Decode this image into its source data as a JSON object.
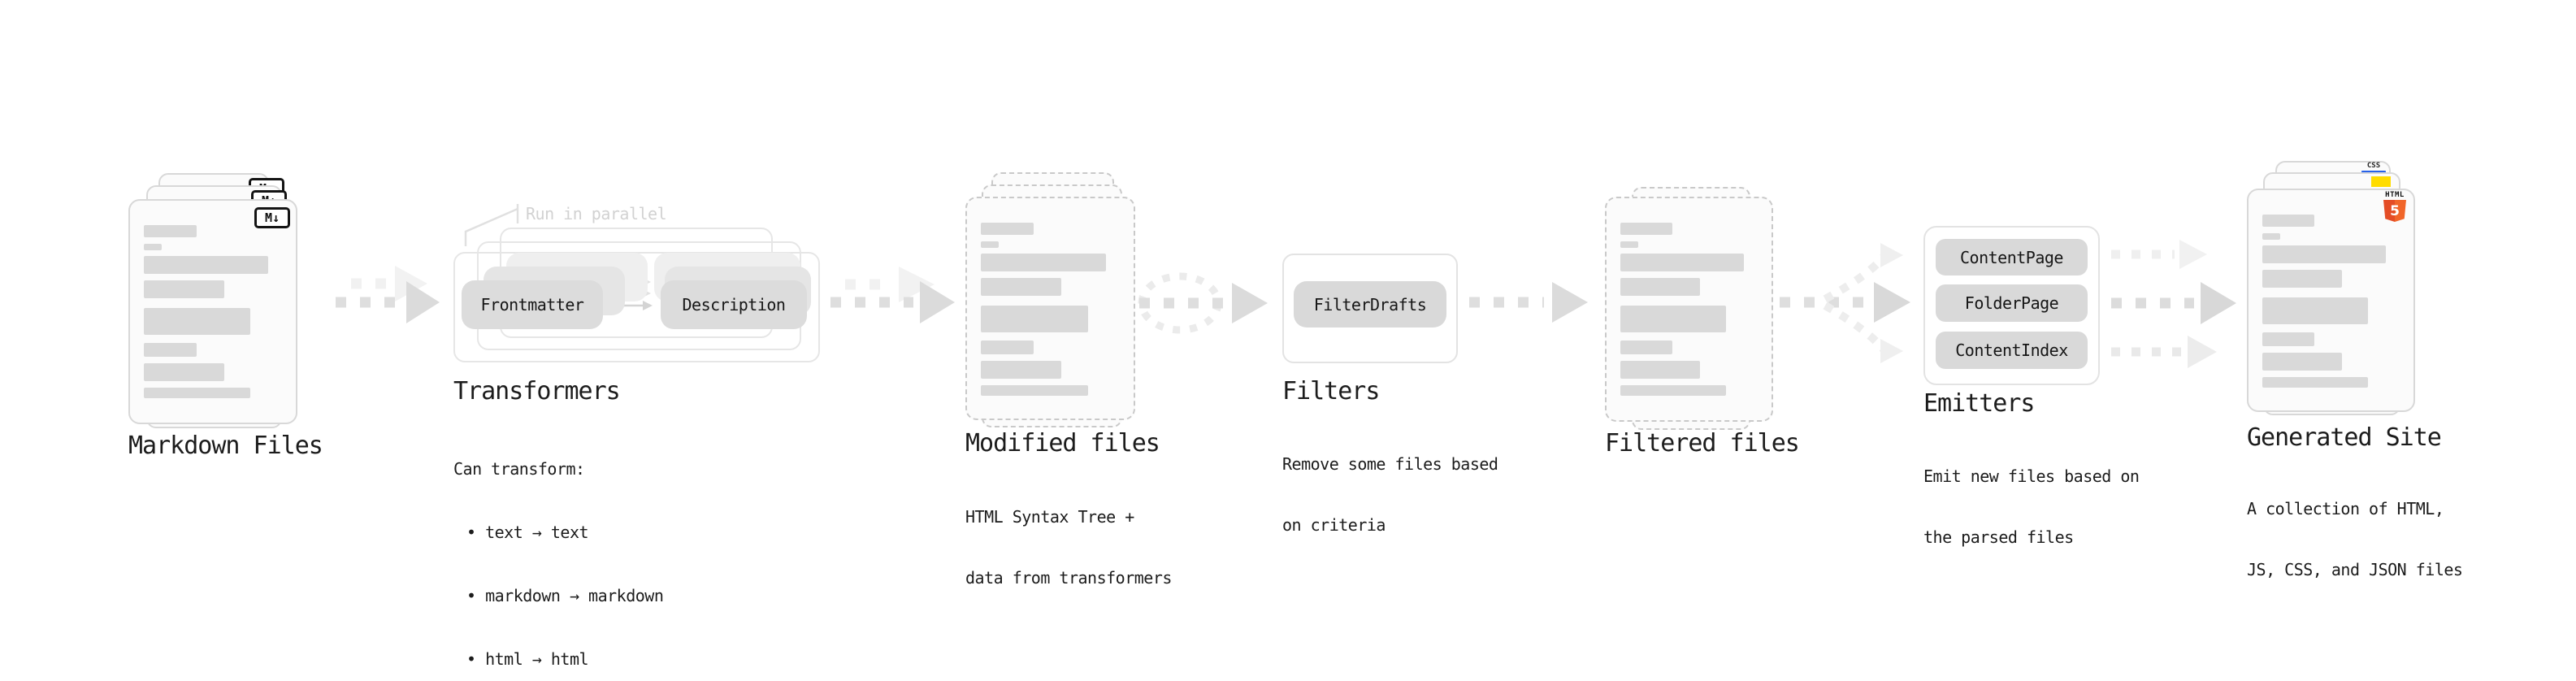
{
  "stages": {
    "markdown_files": {
      "label": "Markdown Files",
      "badge": "M↓"
    },
    "transformers": {
      "label": "Transformers",
      "note": "Run in parallel",
      "buttons": [
        "Frontmatter",
        "Description"
      ],
      "description": [
        "Can transform:",
        "• text → text",
        "• markdown → markdown",
        "• html → html"
      ]
    },
    "modified_files": {
      "label": "Modified files",
      "description": [
        "HTML Syntax Tree +",
        "data from transformers"
      ]
    },
    "filters": {
      "label": "Filters",
      "buttons": [
        "FilterDrafts"
      ],
      "description": [
        "Remove some files based",
        "on criteria"
      ]
    },
    "filtered_files": {
      "label": "Filtered files"
    },
    "emitters": {
      "label": "Emitters",
      "buttons": [
        "ContentPage",
        "FolderPage",
        "ContentIndex"
      ],
      "description": [
        "Emit new files based on",
        "the parsed files"
      ]
    },
    "generated_site": {
      "label": "Generated Site",
      "description": [
        "A collection of HTML,",
        "JS, CSS, and JSON files"
      ],
      "file_badges": {
        "css": "CSS",
        "html": "HTML",
        "html_number": "5"
      }
    }
  },
  "colors": {
    "html5_orange": "#E44D26",
    "html5_orange_light": "#F16529",
    "js_yellow": "#FFDC00",
    "css_blue": "#2862E9",
    "arrow_gray": "#DEDEDE",
    "arrow_light": "#F0F0F0",
    "button_gray": "#D9D9D9",
    "card_border": "#D8D8D8"
  }
}
